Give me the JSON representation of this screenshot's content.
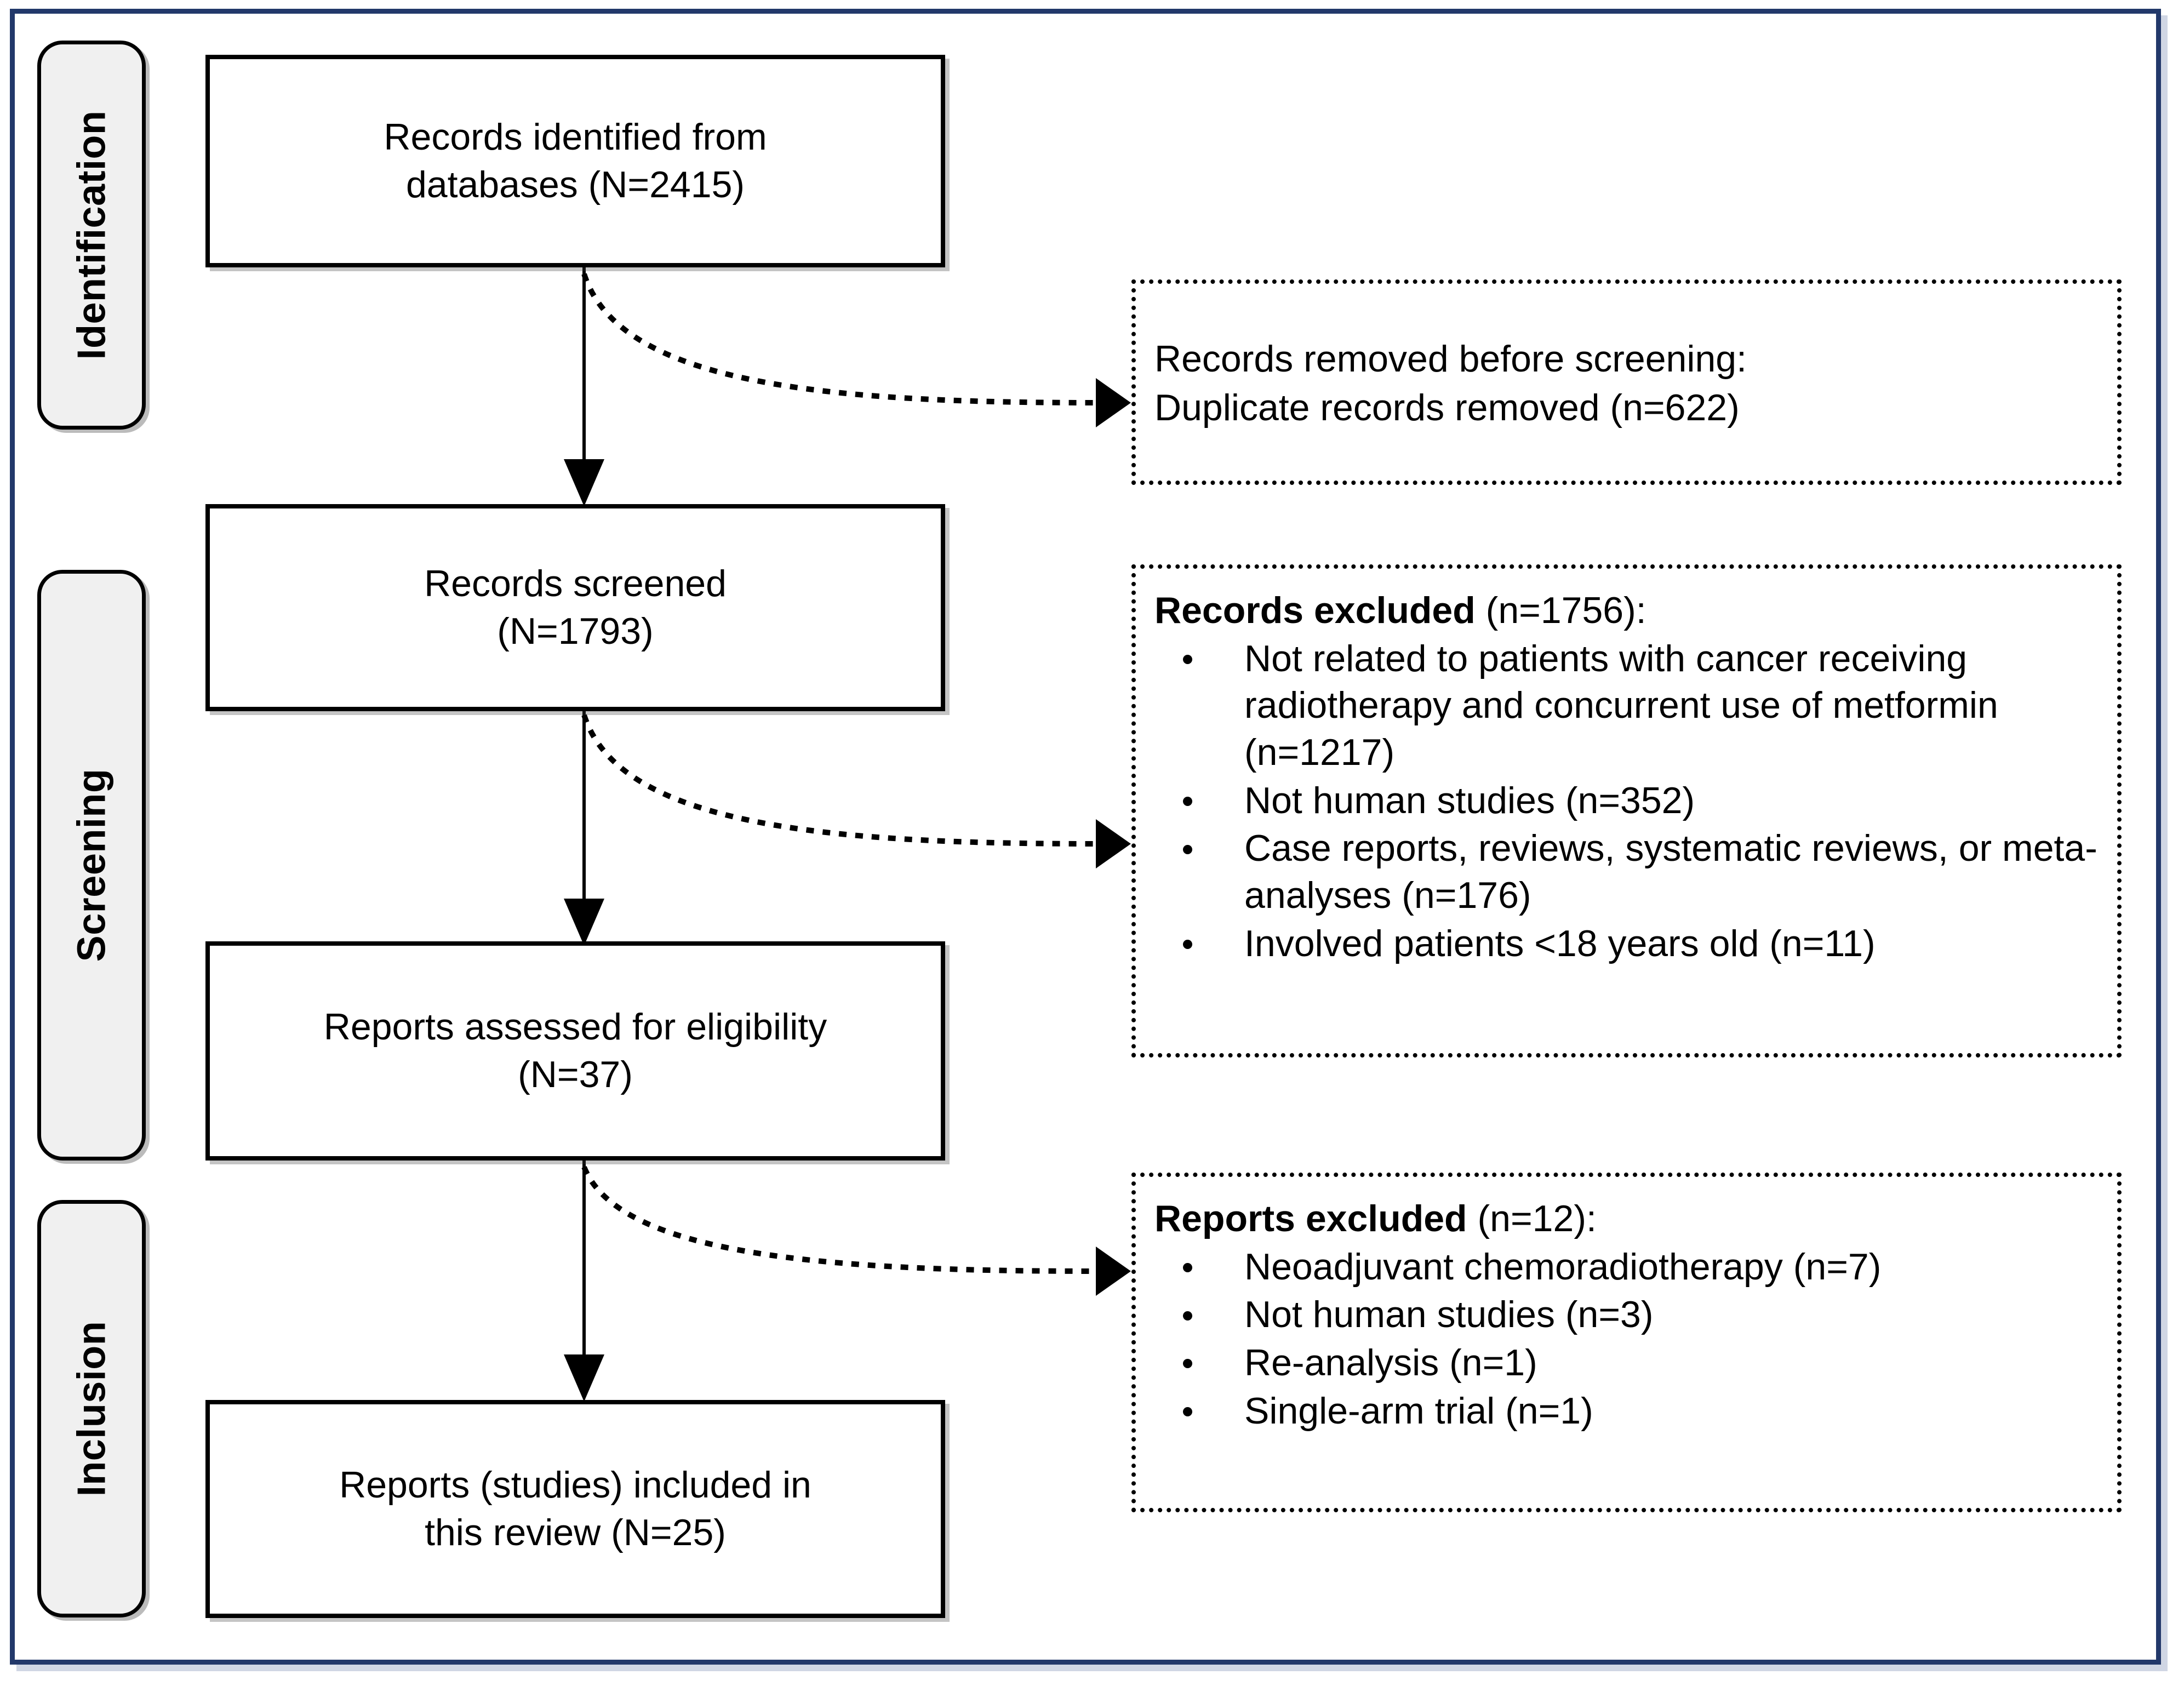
{
  "diagram": {
    "type": "prisma-flow-diagram",
    "frame_color": "#22386a",
    "stages": [
      {
        "id": "identification",
        "label": "Identification"
      },
      {
        "id": "screening",
        "label": "Screening"
      },
      {
        "id": "inclusion",
        "label": "Inclusion"
      }
    ],
    "process_boxes": [
      {
        "id": "records-identified",
        "line1": "Records identified from",
        "line2": "databases (N=2415)"
      },
      {
        "id": "records-screened",
        "line1": "Records screened",
        "line2": "(N=1793)"
      },
      {
        "id": "reports-assessed",
        "line1": "Reports assessed for eligibility",
        "line2": "(N=37)"
      },
      {
        "id": "reports-included",
        "line1": "Reports (studies) included in",
        "line2": "this review (N=25)"
      }
    ],
    "exclusion_boxes": [
      {
        "id": "records-removed-before-screening",
        "title_plain_line1_a": "Records removed ",
        "title_plain_line1_italic": "before screening",
        "title_plain_line1_b": ":",
        "title_plain_line2": "Duplicate records removed (n=622)",
        "items": []
      },
      {
        "id": "records-excluded",
        "title_bold": "Records excluded",
        "title_count": " (n=1756):",
        "items": [
          "Not related to patients with cancer receiving radiotherapy and concurrent use of metformin (n=1217)",
          "Not human studies (n=352)",
          "Case reports, reviews, systematic reviews, or meta-analyses (n=176)",
          "Involved patients <18 years old (n=11)"
        ]
      },
      {
        "id": "reports-excluded",
        "title_bold": "Reports excluded",
        "title_count": " (n=12):",
        "items": [
          "Neoadjuvant chemoradiotherapy (n=7)",
          "Not human studies (n=3)",
          "Re-analysis (n=1)",
          "Single-arm trial (n=1)"
        ]
      }
    ]
  }
}
